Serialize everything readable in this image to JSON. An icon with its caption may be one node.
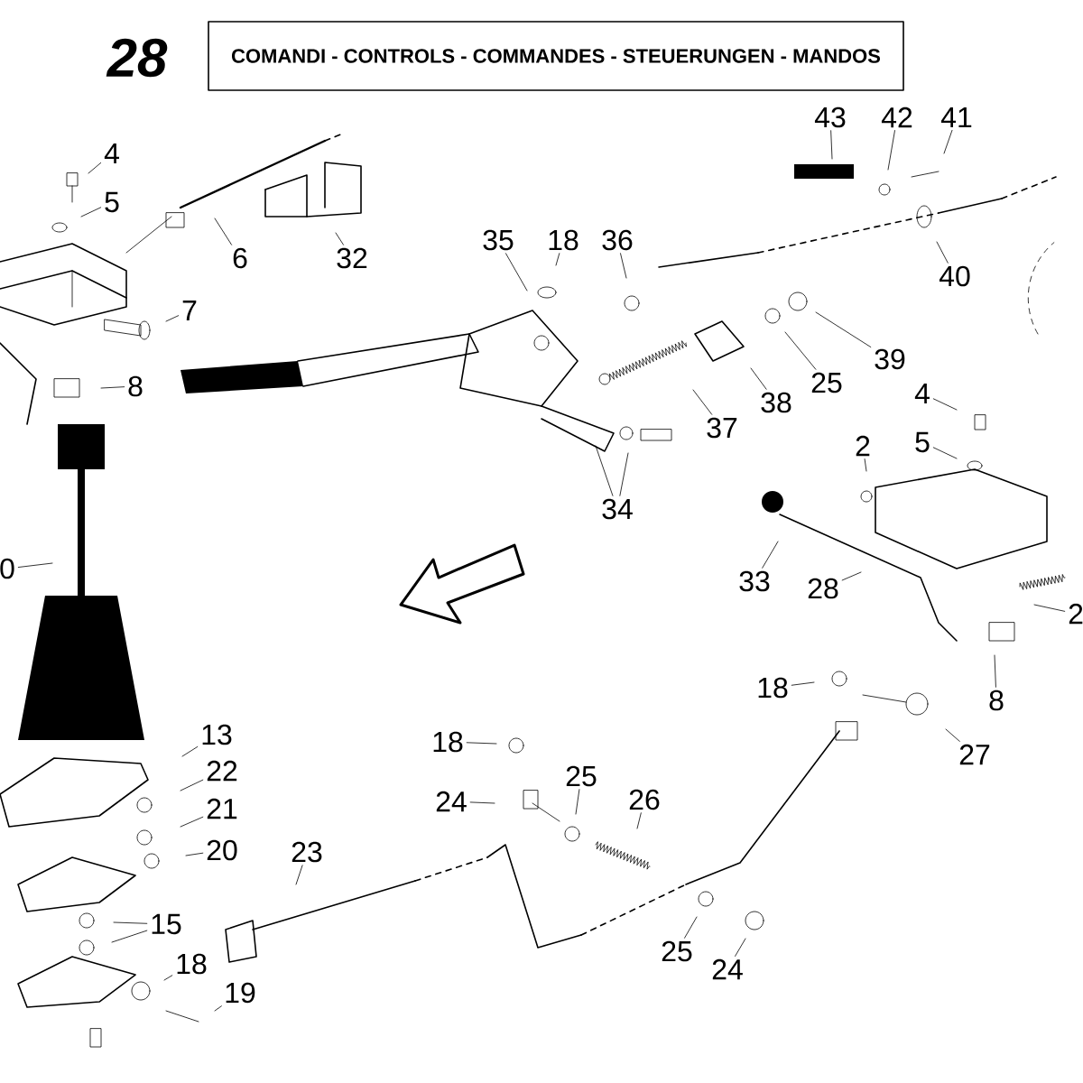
{
  "diagram": {
    "title": "COMANDI - CONTROLS - COMMANDES - STEUERUNGEN - MANDOS",
    "nodes": [
      {
        "text": [
          "4"
        ]
      },
      {
        "text": [
          "5"
        ]
      },
      {
        "text": [
          "6"
        ]
      },
      {
        "text": [
          "32"
        ]
      },
      {
        "text": [
          "7"
        ]
      },
      {
        "text": [
          "8"
        ]
      },
      {
        "text": [
          "35"
        ]
      },
      {
        "text": [
          "18"
        ]
      },
      {
        "text": [
          "36"
        ]
      },
      {
        "text": [
          "43"
        ]
      },
      {
        "text": [
          "42"
        ]
      },
      {
        "text": [
          "41"
        ]
      },
      {
        "text": [
          "40"
        ]
      },
      {
        "text": [
          "39"
        ]
      },
      {
        "text": [
          "25"
        ]
      },
      {
        "text": [
          "38"
        ]
      },
      {
        "text": [
          "37"
        ]
      },
      {
        "text": [
          "34"
        ]
      },
      {
        "text": [
          "4"
        ]
      },
      {
        "text": [
          "5"
        ]
      },
      {
        "text": [
          "2"
        ]
      },
      {
        "text": [
          "33"
        ]
      },
      {
        "text": [
          "28"
        ]
      },
      {
        "text": [
          "2"
        ]
      },
      {
        "text": [
          "8"
        ]
      },
      {
        "text": [
          "18"
        ]
      },
      {
        "text": [
          "27"
        ]
      },
      {
        "text": [
          "0"
        ]
      },
      {
        "text": [
          "13"
        ]
      },
      {
        "text": [
          "22"
        ]
      },
      {
        "text": [
          "21"
        ]
      },
      {
        "text": [
          "20"
        ]
      },
      {
        "text": [
          "15"
        ]
      },
      {
        "text": [
          "18"
        ]
      },
      {
        "text": [
          "19"
        ]
      },
      {
        "text": [
          "23"
        ]
      },
      {
        "text": [
          "18"
        ]
      },
      {
        "text": [
          "24"
        ]
      },
      {
        "text": [
          "25"
        ]
      },
      {
        "text": [
          "26"
        ]
      },
      {
        "text": [
          "25"
        ]
      },
      {
        "text": [
          "24"
        ]
      }
    ],
    "edges": [
      {
        "from": 0,
        "to": null,
        "arrow": "none"
      },
      {
        "from": 1,
        "to": null,
        "arrow": "none"
      },
      {
        "from": 2,
        "to": null,
        "arrow": "none"
      },
      {
        "from": 3,
        "to": null,
        "arrow": "none"
      },
      {
        "from": 4,
        "to": null,
        "arrow": "none"
      },
      {
        "from": 5,
        "to": null,
        "arrow": "none"
      },
      {
        "from": 6,
        "to": null,
        "arrow": "none"
      },
      {
        "from": 7,
        "to": null,
        "arrow": "none"
      },
      {
        "from": 8,
        "to": null,
        "arrow": "none"
      },
      {
        "from": 9,
        "to": null,
        "arrow": "none"
      },
      {
        "from": 10,
        "to": null,
        "arrow": "none"
      },
      {
        "from": 11,
        "to": null,
        "arrow": "none"
      },
      {
        "from": 12,
        "to": null,
        "arrow": "none"
      },
      {
        "from": 13,
        "to": null,
        "arrow": "none"
      },
      {
        "from": 14,
        "to": null,
        "arrow": "none"
      },
      {
        "from": 15,
        "to": null,
        "arrow": "none"
      },
      {
        "from": 16,
        "to": null,
        "arrow": "none"
      },
      {
        "from": 17,
        "to": null,
        "arrow": "none"
      },
      {
        "from": 17,
        "to": null,
        "arrow": "none"
      },
      {
        "from": 18,
        "to": null,
        "arrow": "none"
      },
      {
        "from": 19,
        "to": null,
        "arrow": "none"
      },
      {
        "from": 20,
        "to": null,
        "arrow": "none"
      },
      {
        "from": 21,
        "to": null,
        "arrow": "none"
      },
      {
        "from": 22,
        "to": null,
        "arrow": "none"
      },
      {
        "from": 23,
        "to": null,
        "arrow": "none"
      },
      {
        "from": 24,
        "to": null,
        "arrow": "none"
      },
      {
        "from": 25,
        "to": null,
        "arrow": "none"
      },
      {
        "from": 26,
        "to": null,
        "arrow": "none"
      },
      {
        "from": 27,
        "to": null,
        "arrow": "none"
      },
      {
        "from": 28,
        "to": null,
        "arrow": "none"
      },
      {
        "from": 29,
        "to": null,
        "arrow": "none"
      },
      {
        "from": 30,
        "to": null,
        "arrow": "none"
      },
      {
        "from": 31,
        "to": null,
        "arrow": "none"
      },
      {
        "from": 32,
        "to": null,
        "arrow": "none"
      },
      {
        "from": 32,
        "to": null,
        "arrow": "none"
      },
      {
        "from": 33,
        "to": null,
        "arrow": "none"
      },
      {
        "from": 34,
        "to": null,
        "arrow": "none"
      },
      {
        "from": 35,
        "to": null,
        "arrow": "none"
      },
      {
        "from": 36,
        "to": null,
        "arrow": "none"
      },
      {
        "from": 37,
        "to": null,
        "arrow": "none"
      },
      {
        "from": 38,
        "to": null,
        "arrow": "none"
      },
      {
        "from": 39,
        "to": null,
        "arrow": "none"
      },
      {
        "from": 40,
        "to": null,
        "arrow": "none"
      },
      {
        "from": 41,
        "to": null,
        "arrow": "none"
      }
    ],
    "labels": [
      "28"
    ]
  }
}
